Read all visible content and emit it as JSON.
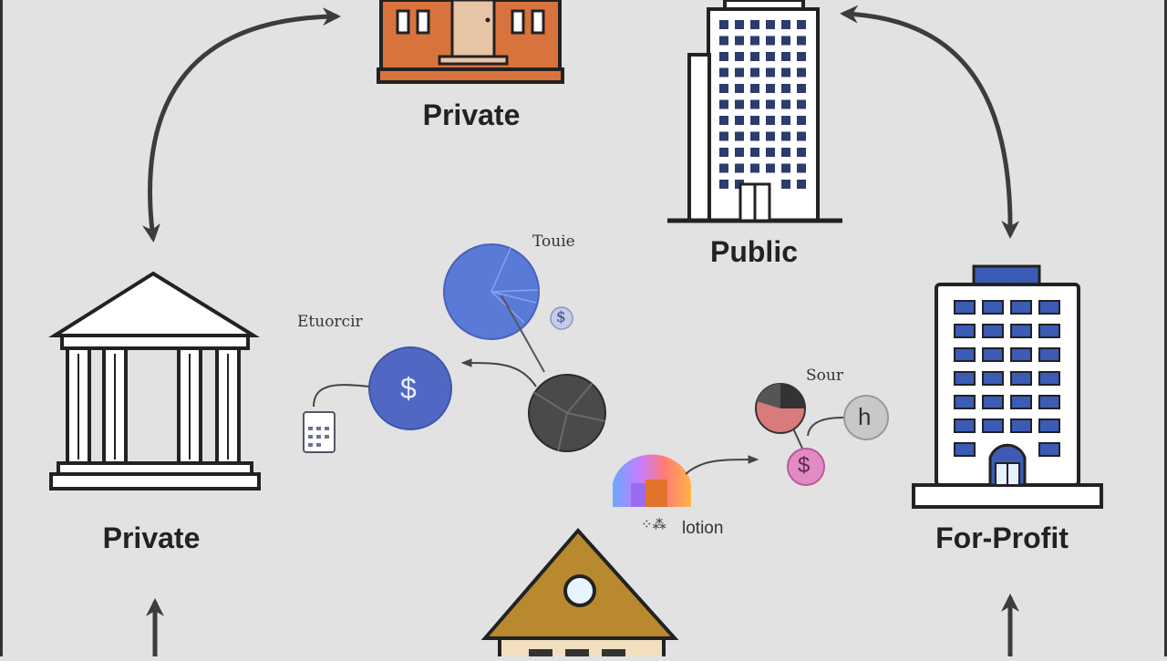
{
  "labels": {
    "top_private": "Private",
    "public": "Public",
    "left_private": "Private",
    "for_profit": "For-Profit"
  },
  "annotations": {
    "enforcement": "Etuorcir",
    "tour": "Touie",
    "sour": "Sour",
    "lotion": "lotion"
  },
  "glyphs": {
    "dollar_main": "$",
    "dollar_small": "$",
    "h_circle": "h",
    "dollar_pink": "$"
  },
  "colors": {
    "background": "#e2e2e2",
    "arrow": "#3c3c3c",
    "orange_building": "#d9733d",
    "blue_accent": "#3b5bb5",
    "pie_blue": "#5a7ad8",
    "house_roof": "#b8892f"
  },
  "icons": [
    "school-building-icon",
    "office-tower-icon",
    "bank-columns-icon",
    "hotel-building-icon",
    "house-icon",
    "calendar-icon"
  ]
}
